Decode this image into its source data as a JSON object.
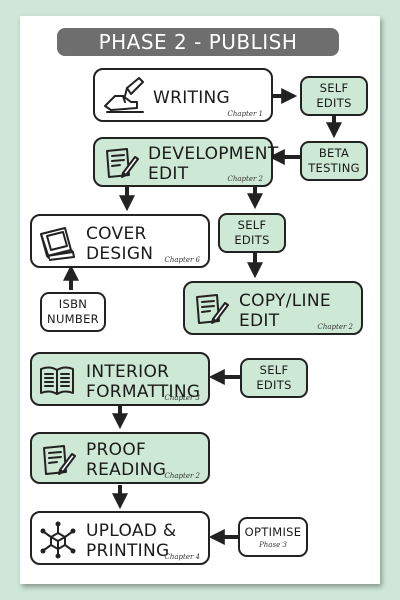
{
  "title": "PHASE 2 - PUBLISH",
  "nodes": {
    "writing": {
      "label_lines": [
        "WRITING"
      ],
      "chapter": "Chapter 1",
      "icon": "hand-writing-icon"
    },
    "development_edit": {
      "label_lines": [
        "DEVELOPMENT",
        "EDIT"
      ],
      "chapter": "Chapter 2",
      "icon": "edit-document-icon"
    },
    "cover_design": {
      "label_lines": [
        "COVER",
        "DESIGN"
      ],
      "chapter": "Chapter 6",
      "icon": "books-icon"
    },
    "copy_line_edit": {
      "label_lines": [
        "COPY/LINE",
        "EDIT"
      ],
      "chapter": "Chapter 2",
      "icon": "edit-document-icon"
    },
    "interior_formatting": {
      "label_lines": [
        "INTERIOR",
        "FORMATTING"
      ],
      "chapter": "Chapter 3",
      "icon": "open-book-icon"
    },
    "proof_reading": {
      "label_lines": [
        "PROOF",
        "READING"
      ],
      "chapter": "Chapter 2",
      "icon": "edit-document-icon"
    },
    "upload_printing": {
      "label_lines": [
        "UPLOAD &",
        "PRINTING"
      ],
      "chapter": "Chapter 4",
      "icon": "network-cube-icon"
    }
  },
  "side_nodes": {
    "self_edits_1": {
      "lines": [
        "SELF",
        "EDITS"
      ]
    },
    "beta_testing": {
      "lines": [
        "BETA",
        "TESTING"
      ]
    },
    "self_edits_2": {
      "lines": [
        "SELF",
        "EDITS"
      ]
    },
    "isbn_number": {
      "lines": [
        "ISBN",
        "NUMBER"
      ]
    },
    "self_edits_3": {
      "lines": [
        "SELF",
        "EDITS"
      ]
    },
    "optimise": {
      "lines": [
        "OPTIMISE"
      ],
      "sub": "Phase 3"
    }
  },
  "colors": {
    "background": "#cfe7d9",
    "card": "#ffffff",
    "title_bar": "#6e6e6e",
    "highlight_box": "#cde8d4",
    "border": "#222222",
    "arrow": "#222222"
  }
}
